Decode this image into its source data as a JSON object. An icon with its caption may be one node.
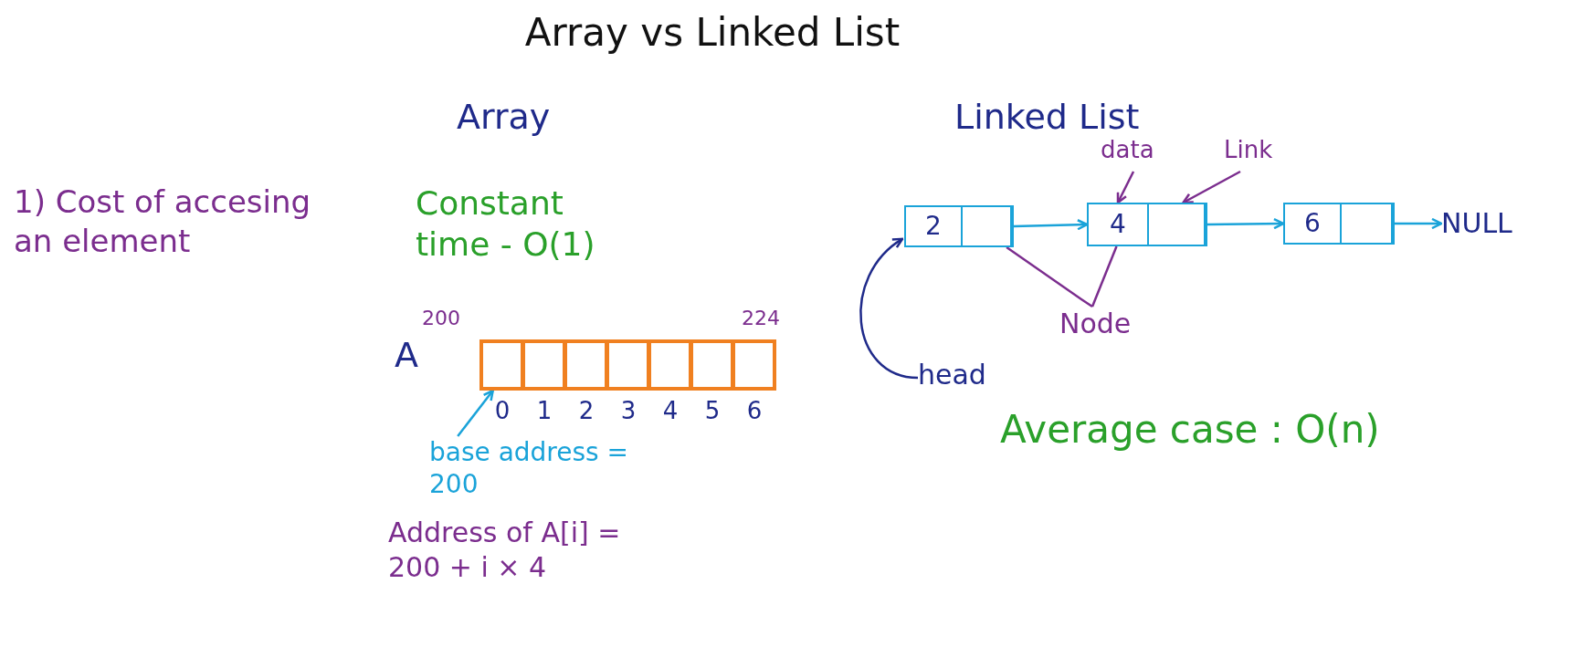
{
  "diagram": {
    "title": "Array vs Linked List",
    "nodes": [
      {
        "text": [],
        "shape": "box"
      },
      {
        "text": [],
        "shape": "box"
      },
      {
        "text": [],
        "shape": "box"
      },
      {
        "text": [],
        "shape": "box"
      },
      {
        "text": [],
        "shape": "box"
      },
      {
        "text": [],
        "shape": "box"
      },
      {
        "text": [],
        "shape": "box"
      },
      {
        "text": [
          "base address = 200"
        ]
      },
      {
        "text": [],
        "shape": "box"
      },
      {
        "text": [
          "2"
        ],
        "in": 8
      },
      {
        "text": [],
        "shape": "box",
        "in": 8
      },
      {
        "text": [],
        "shape": "box"
      },
      {
        "text": [
          "4"
        ],
        "in": 11
      },
      {
        "text": [],
        "shape": "box",
        "in": 11
      },
      {
        "text": [],
        "shape": "box"
      },
      {
        "text": [
          "6"
        ],
        "in": 14
      },
      {
        "text": [],
        "shape": "box",
        "in": 14
      },
      {
        "text": [
          "NULL"
        ]
      },
      {
        "text": [
          "data"
        ]
      },
      {
        "text": [
          "Link"
        ]
      },
      {
        "text": [
          "Node"
        ]
      },
      {
        "text": [
          "head"
        ]
      }
    ],
    "edges": [
      {
        "from": 7,
        "to": 0,
        "arrow": "to",
        "color": "#1aa3d9"
      },
      {
        "from": 10,
        "to": 11,
        "arrow": "to",
        "color": "#1aa3d9"
      },
      {
        "from": 13,
        "to": 14,
        "arrow": "to",
        "color": "#1aa3d9"
      },
      {
        "from": 16,
        "to": 17,
        "arrow": "to",
        "color": "#1aa3d9"
      },
      {
        "from": 18,
        "to": 12,
        "arrow": "to",
        "color": "#7b2d8e"
      },
      {
        "from": 19,
        "to": 13,
        "arrow": "to",
        "color": "#7b2d8e"
      },
      {
        "from": 20,
        "to": 8,
        "arrow": "none",
        "color": "#7b2d8e"
      },
      {
        "from": 20,
        "to": 11,
        "arrow": "none",
        "color": "#7b2d8e"
      },
      {
        "from": 21,
        "to": 8,
        "arrow": "to",
        "color": "#1f2a8a"
      }
    ],
    "labels": [
      "Array",
      "Linked List",
      "1) Cost of accesing an element",
      "Constant time - O(1)",
      "200",
      "224",
      "A",
      "0",
      "1",
      "2",
      "3",
      "4",
      "5",
      "6",
      "Address of A[i] = 200 + i × 4",
      "Average case : O(n)"
    ]
  }
}
